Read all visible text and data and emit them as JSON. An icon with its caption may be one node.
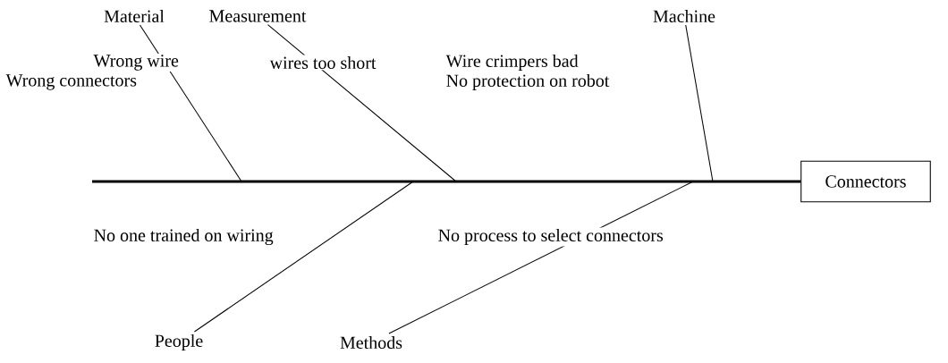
{
  "diagram": {
    "nodes": [
      {
        "text": [
          "Connectors"
        ]
      },
      {
        "text": [
          "Material"
        ]
      },
      {
        "text": [
          "Measurement"
        ]
      },
      {
        "text": [
          "Machine"
        ]
      },
      {
        "text": [
          "People"
        ]
      },
      {
        "text": [
          "Methods"
        ]
      }
    ],
    "edges": [
      {
        "from": null,
        "to": 0,
        "arrow": "none",
        "style": "thick"
      },
      {
        "from": 1,
        "to": null,
        "arrow": "none"
      },
      {
        "from": 2,
        "to": null,
        "arrow": "none"
      },
      {
        "from": 3,
        "to": null,
        "arrow": "none"
      },
      {
        "from": 4,
        "to": null,
        "arrow": "none"
      },
      {
        "from": 5,
        "to": null,
        "arrow": "none"
      }
    ],
    "labels": [
      "Wrong wire",
      "wires too short",
      "Wire crimpers bad",
      "Wrong connectors",
      "No protection on robot",
      "No one trained on wiring",
      "No process to select connectors"
    ]
  }
}
